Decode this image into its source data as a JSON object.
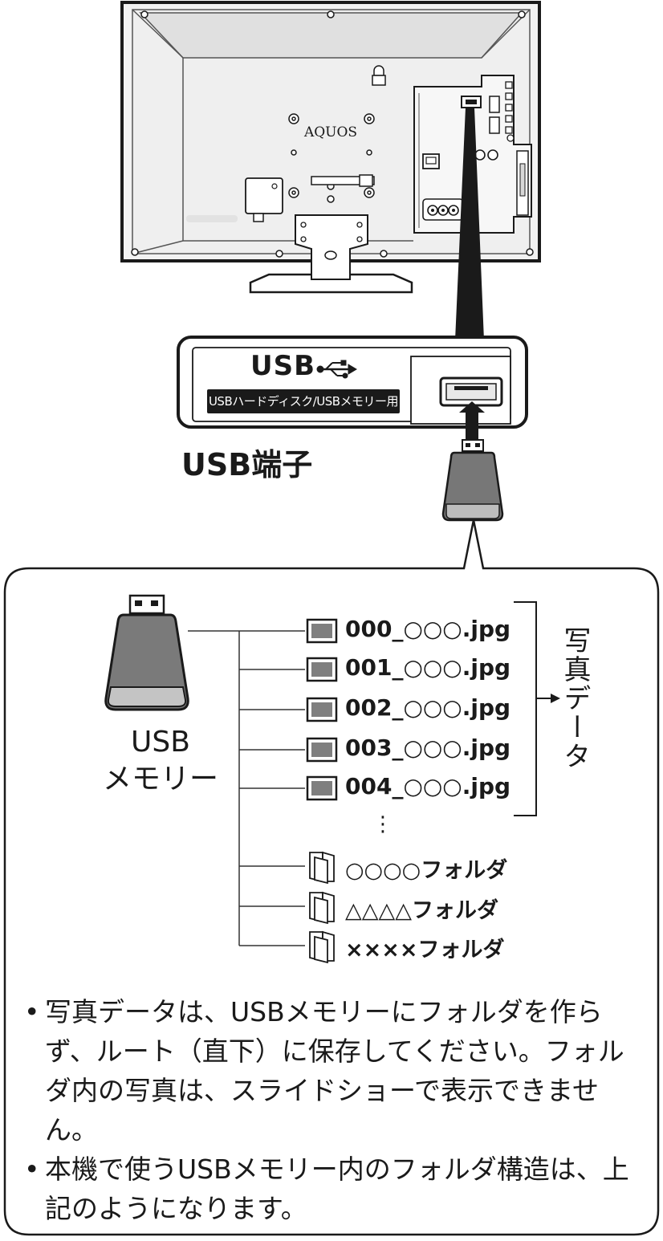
{
  "tv": {
    "brand": "AQUOS"
  },
  "usb_port": {
    "title": "USB",
    "badge": "USBハードディスク/USBメモリー用",
    "caption": "USB端子"
  },
  "structure": {
    "device_label_line1": "USB",
    "device_label_line2": "メモリー",
    "files": [
      "000_○○○.jpg",
      "001_○○○.jpg",
      "002_○○○.jpg",
      "003_○○○.jpg",
      "004_○○○.jpg"
    ],
    "ellipsis": "⋮",
    "photo_data_label": "写真データ",
    "folders": [
      "○○○○フォルダ",
      "△△△△フォルダ",
      "××××フォルダ"
    ]
  },
  "notes": {
    "bullet": "•",
    "items": [
      "写真データは、USBメモリーにフォルダを作らず、ルート（直下）に保存してください。フォルダ内の写真は、スライドショーで表示できません。",
      "本機で使うUSBメモリー内のフォルダ構造は、上記のようになります。"
    ]
  }
}
